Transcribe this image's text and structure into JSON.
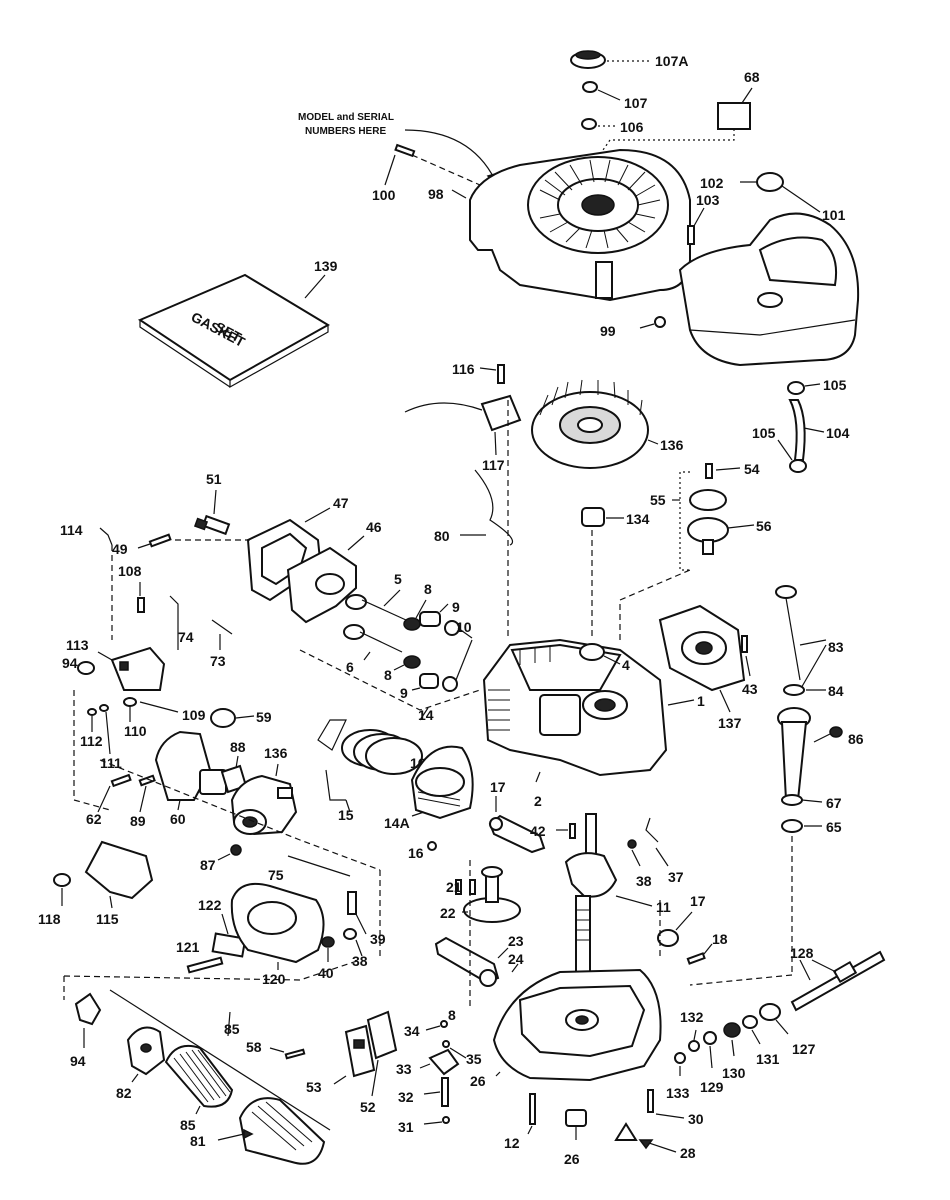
{
  "note": {
    "line1": "MODEL and SERIAL",
    "line2": "NUMBERS HERE"
  },
  "gasket_set": {
    "line1": "GASKET",
    "line2": "SET"
  },
  "callouts": {
    "c107A": "107A",
    "c107": "107",
    "c68": "68",
    "c106": "106",
    "c100": "100",
    "c98": "98",
    "c102": "102",
    "c103": "103",
    "c101": "101",
    "c139": "139",
    "c99": "99",
    "c116": "116",
    "c105a": "105",
    "c104": "104",
    "c105b": "105",
    "c117": "117",
    "c136a": "136",
    "c54": "54",
    "c55": "55",
    "c51": "51",
    "c47": "47",
    "c46": "46",
    "c114": "114",
    "c49": "49",
    "c80": "80",
    "c134": "134",
    "c56": "56",
    "c5": "5",
    "c8a": "8",
    "c9a": "9",
    "c10": "10",
    "c108": "108",
    "c74": "74",
    "c73": "73",
    "c6": "6",
    "c8b": "8",
    "c9b": "9",
    "c4": "4",
    "c83": "83",
    "c113": "113",
    "c94": "94",
    "c43": "43",
    "c84": "84",
    "c109": "109",
    "c59": "59",
    "c14a": "14",
    "c1": "1",
    "c112": "112",
    "c110": "110",
    "c111": "111",
    "c88": "88",
    "c136b": "136",
    "c16a": "16",
    "c137": "137",
    "c86": "86",
    "c62": "62",
    "c89": "89",
    "c60": "60",
    "c15": "15",
    "c14A": "14A",
    "c17a": "17",
    "c2": "2",
    "c67": "67",
    "c42": "42",
    "c65": "65",
    "c87": "87",
    "c16b": "16",
    "c37": "37",
    "c38a": "38",
    "c118": "118",
    "c115": "115",
    "c75": "75",
    "c21": "21",
    "c11": "11",
    "c17b": "17",
    "c122": "122",
    "c22": "22",
    "c18": "18",
    "c39": "39",
    "c121": "121",
    "c120": "120",
    "c40": "40",
    "c38b": "38",
    "c23": "23",
    "c24": "24",
    "c128": "128",
    "c34": "34",
    "c8c": "8",
    "c132": "132",
    "c127": "127",
    "c58": "58",
    "c35": "35",
    "c131": "131",
    "c94b": "94",
    "c82": "82",
    "c53": "53",
    "c52": "52",
    "c33": "33",
    "c129": "129",
    "c130": "130",
    "c133": "133",
    "c26a": "26",
    "c32": "32",
    "c30": "30",
    "c85": "85",
    "c31": "31",
    "c12": "12",
    "c81": "81",
    "c26b": "26",
    "c28": "28"
  }
}
